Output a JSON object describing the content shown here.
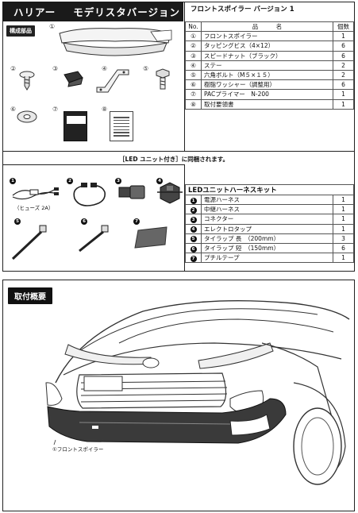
{
  "header": {
    "brand": "ハリアー",
    "model_title": "モデリスタバージョン",
    "sub_title": "フロントスポイラー バージョン 1"
  },
  "parts_section": {
    "badge": "構成部品",
    "numbers": [
      "①",
      "②",
      "③",
      "④",
      "⑤",
      "⑥",
      "⑦",
      "⑧"
    ],
    "table": {
      "headers": [
        "No.",
        "品　　　名",
        "個数"
      ],
      "rows": [
        {
          "no": "①",
          "name": "フロントスポイラー",
          "qty": "1"
        },
        {
          "no": "②",
          "name": "タッピングビス（4×12）",
          "qty": "6"
        },
        {
          "no": "③",
          "name": "スピードナット（ブラック）",
          "qty": "6"
        },
        {
          "no": "④",
          "name": "ステー",
          "qty": "2"
        },
        {
          "no": "⑤",
          "name": "六角ボルト（M５×１５）",
          "qty": "2"
        },
        {
          "no": "⑥",
          "name": "樹脂ワッシャー（調整用）",
          "qty": "6"
        },
        {
          "no": "⑦",
          "name": "PACプライマー　N-200",
          "qty": "1"
        },
        {
          "no": "⑧",
          "name": "取付要領書",
          "qty": "1"
        }
      ]
    }
  },
  "led_section": {
    "note": "［LED ユニット付き］に同梱されます。",
    "fuse_note": "（ヒューズ 2A）",
    "numbers": [
      "1",
      "2",
      "3",
      "4",
      "5",
      "6",
      "7"
    ],
    "table": {
      "title": "LEDユニットハーネスキット",
      "rows": [
        {
          "no": "1",
          "name": "電源ハーネス",
          "qty": "1"
        },
        {
          "no": "2",
          "name": "中継ハーネス",
          "qty": "1"
        },
        {
          "no": "3",
          "name": "コネクター",
          "qty": "1"
        },
        {
          "no": "4",
          "name": "エレクトロタップ",
          "qty": "1"
        },
        {
          "no": "5",
          "name": "タイラップ 長　（200mm）",
          "qty": "3"
        },
        {
          "no": "6",
          "name": "タイラップ 短　（150mm）",
          "qty": "6"
        },
        {
          "no": "7",
          "name": "プチルテープ",
          "qty": "1"
        }
      ]
    }
  },
  "install": {
    "title": "取付概要",
    "callout": "①フロントスポイラー"
  },
  "colors": {
    "dark": "#1a1a1a",
    "spoiler_fill": "#3a3a3a",
    "line": "#333333"
  }
}
